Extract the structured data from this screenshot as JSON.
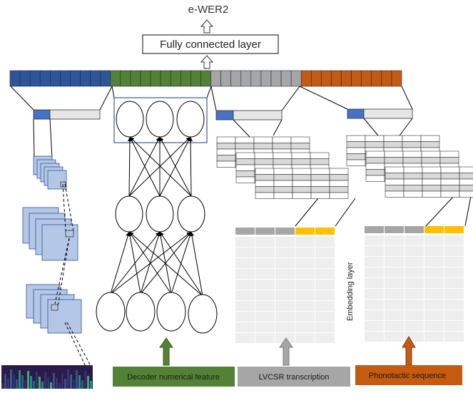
{
  "title": "e-WER2",
  "fc_label": "Fully connected layer",
  "embedding_label": "Embedding layer",
  "inputs": {
    "decoder": "Decoder numerical feature",
    "lvcsr": "LVCSR transcription",
    "phonotactic": "Phonotactic sequence"
  },
  "colors": {
    "blue": "#2e5597",
    "green": "#538135",
    "gray": "#a6a6a6",
    "orange": "#c55a11",
    "yellow": "#ffc000",
    "light_blue": "#b4c7e7",
    "light_gray": "#d9d9d9"
  }
}
